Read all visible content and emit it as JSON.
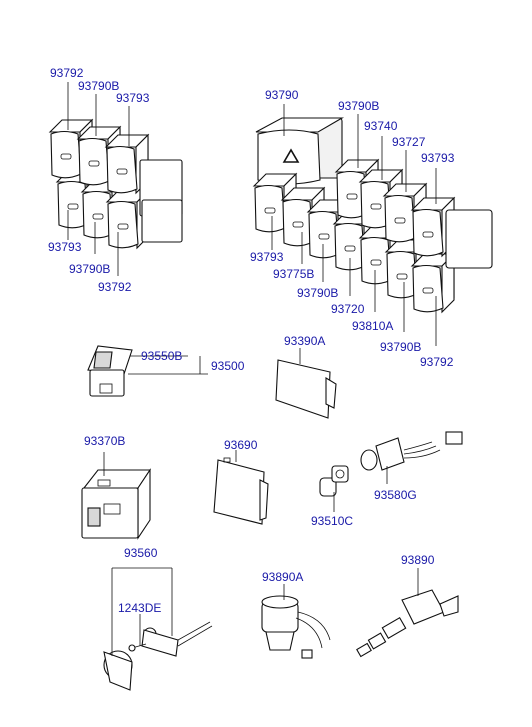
{
  "parts": {
    "p93792_a": "93792",
    "p93790B_a": "93790B",
    "p93793_a": "93793",
    "p93793_b": "93793",
    "p93790B_b": "93790B",
    "p93792_b": "93792",
    "p93790": "93790",
    "p93790B_c": "93790B",
    "p93740": "93740",
    "p93727": "93727",
    "p93793_c": "93793",
    "p93793_d": "93793",
    "p93775B": "93775B",
    "p93790B_d": "93790B",
    "p93720": "93720",
    "p93810A": "93810A",
    "p93790B_e": "93790B",
    "p93792_c": "93792",
    "p93550B": "93550B",
    "p93500": "93500",
    "p93390A": "93390A",
    "p93370B": "93370B",
    "p93690": "93690",
    "p93580G": "93580G",
    "p93510C": "93510C",
    "p93560": "93560",
    "p1243DE": "1243DE",
    "p93890A": "93890A",
    "p93890": "93890"
  },
  "colors": {
    "label": "#1a1aa8",
    "line": "#111111"
  }
}
